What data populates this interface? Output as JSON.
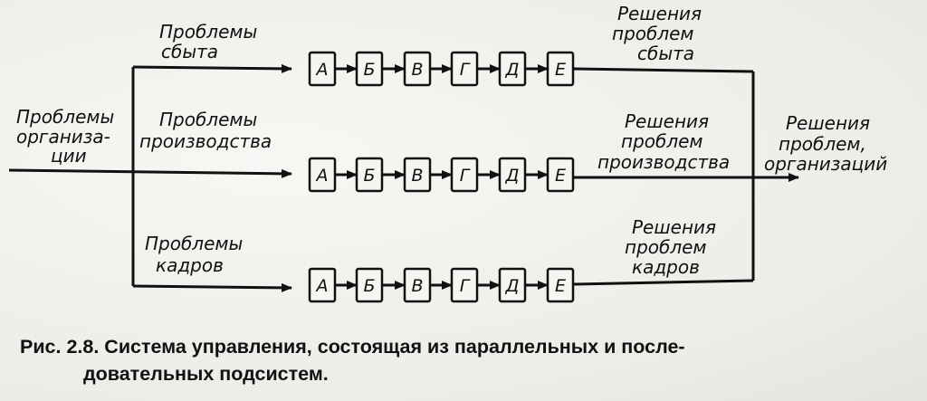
{
  "input_label": [
    "Проблемы",
    "организа-",
    "ции"
  ],
  "output_label": [
    "Решения",
    "проблем,",
    "организаций"
  ],
  "box_labels": [
    "А",
    "Б",
    "В",
    "Г",
    "Д",
    "Е"
  ],
  "rows": [
    {
      "problem_label": [
        "Проблемы",
        "сбыта"
      ],
      "solution_label": [
        "Решения",
        "проблем",
        "сбыта"
      ]
    },
    {
      "problem_label": [
        "Проблемы",
        "производства"
      ],
      "solution_label": [
        "Решения",
        "проблем",
        "производства"
      ]
    },
    {
      "problem_label": [
        "Проблемы",
        "кадров"
      ],
      "solution_label": [
        "Решения",
        "проблем",
        "кадров"
      ]
    }
  ],
  "caption": {
    "line1": "Рис. 2.8. Система управления, состоящая из параллельных и после-",
    "line2": "довательных подсистем."
  }
}
